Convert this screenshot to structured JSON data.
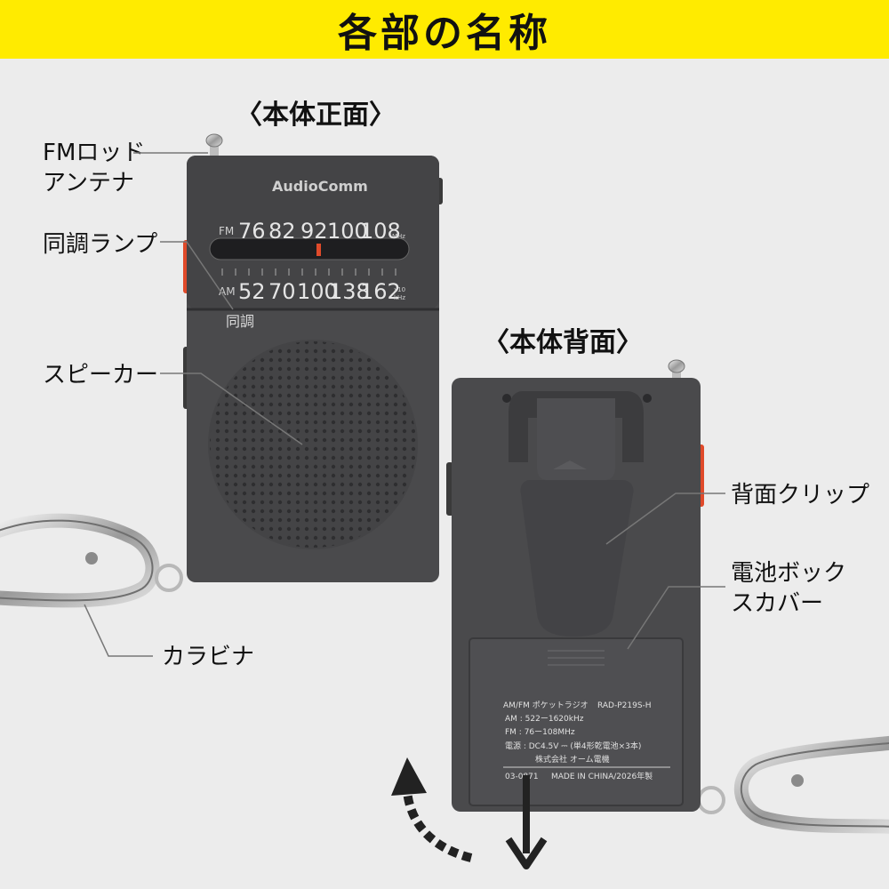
{
  "header": {
    "title": "各部の名称"
  },
  "sections": {
    "front": "〈本体正面〉",
    "back": "〈本体背面〉"
  },
  "labels": {
    "antenna": "FMロッド\nアンテナ",
    "tuning_lamp": "同調ランプ",
    "speaker": "スピーカー",
    "carabiner": "カラビナ",
    "back_clip": "背面クリップ",
    "battery_cover": "電池ボック\nスカバー"
  },
  "front_radio": {
    "brand": "AudioComm",
    "fm_scale": {
      "band": "FM",
      "marks": [
        "76",
        "82",
        "92",
        "100",
        "108"
      ],
      "unit": "MHz"
    },
    "am_scale": {
      "band": "AM",
      "marks": [
        "52",
        "70",
        "100",
        "138",
        "162"
      ],
      "unit1": "x10",
      "unit2": "kHz"
    },
    "tuning_text": "同調"
  },
  "back_label": {
    "line1_left": "AM/FM ポケットラジオ",
    "line1_right": "RAD-P219S-H",
    "line2": "AM : 522ー1620kHz",
    "line3": "FM : 76ー108MHz",
    "line4": "電源 : DC4.5V ⎓ (単4形乾電池×3本)",
    "line5": "株式会社 オーム電機",
    "line6_left": "03-0871",
    "line6_right": "MADE IN CHINA/2026年製"
  },
  "colors": {
    "banner": "#ffeb00",
    "body": "#4a4a4c",
    "accent": "#e04a2a"
  }
}
